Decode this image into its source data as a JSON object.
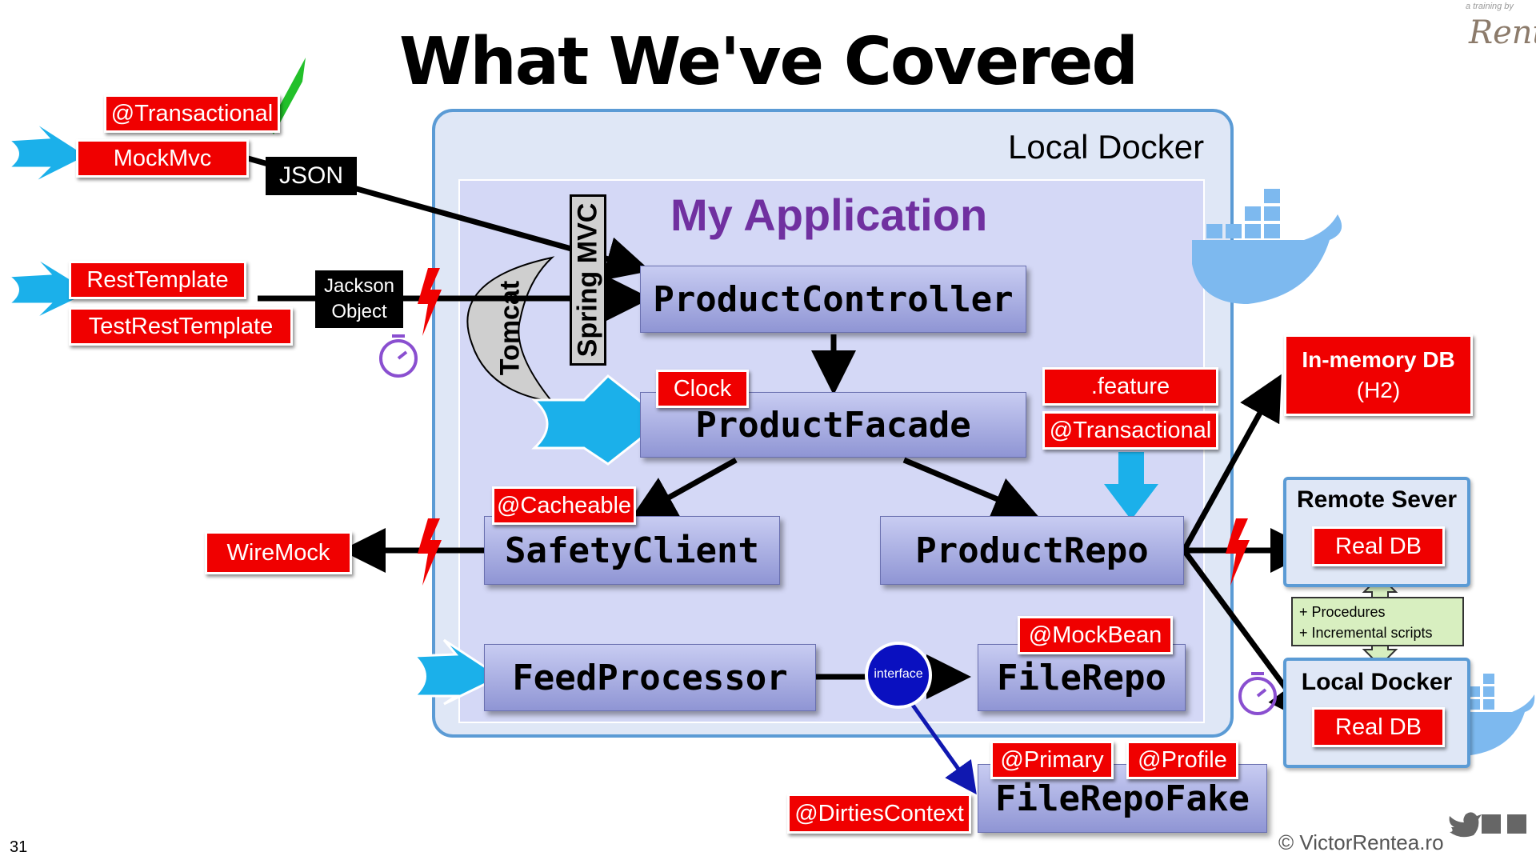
{
  "title": "What We've Covered",
  "brand_small": "a training by",
  "brand_signature": "Rentea",
  "slide_number": "31",
  "footer_credit": "© VictorRentea.ro",
  "colors": {
    "tag_red": "#f00000",
    "docker_blue": "#5b9bd5",
    "component_purple": "#9ba0dc",
    "arrow_blue": "#1bb0ea",
    "app_title": "#7030a0"
  },
  "containers": {
    "local_docker_label": "Local Docker",
    "app_label": "My Application",
    "spring_mvc": "Spring MVC",
    "tomcat": "Tomcat"
  },
  "components": {
    "product_controller": "ProductController",
    "product_facade": "ProductFacade",
    "safety_client": "SafetyClient",
    "product_repo": "ProductRepo",
    "feed_processor": "FeedProcessor",
    "file_repo": "FileRepo",
    "file_repo_fake": "FileRepoFake"
  },
  "tags": {
    "transactional_top": "@Transactional",
    "mockmvc": "MockMvc",
    "rest_template": "RestTemplate",
    "test_rest_template": "TestRestTemplate",
    "clock": "Clock",
    "feature": ".feature",
    "transactional_repo": "@Transactional",
    "cacheable": "@Cacheable",
    "wiremock": "WireMock",
    "mockbean": "@MockBean",
    "primary": "@Primary",
    "profile": "@Profile",
    "dirties_context": "@DirtiesContext"
  },
  "black_labels": {
    "json": "JSON",
    "jackson_line1": "Jackson",
    "jackson_line2": "Object"
  },
  "interface_label": "interface",
  "databases": {
    "inmemory_line1": "In-memory DB",
    "inmemory_line2": "(H2)",
    "remote_server": "Remote Sever",
    "real_db_remote": "Real DB",
    "local_docker": "Local Docker",
    "real_db_local": "Real DB"
  },
  "migration_notes": [
    "+ Procedures",
    "+ Incremental scripts"
  ],
  "icons": [
    "checkmark-icon",
    "blue-arrow-icon",
    "lightning-icon",
    "stopwatch-icon",
    "docker-whale-icon",
    "twitter-icon",
    "linkedin-icon",
    "facebook-icon"
  ]
}
